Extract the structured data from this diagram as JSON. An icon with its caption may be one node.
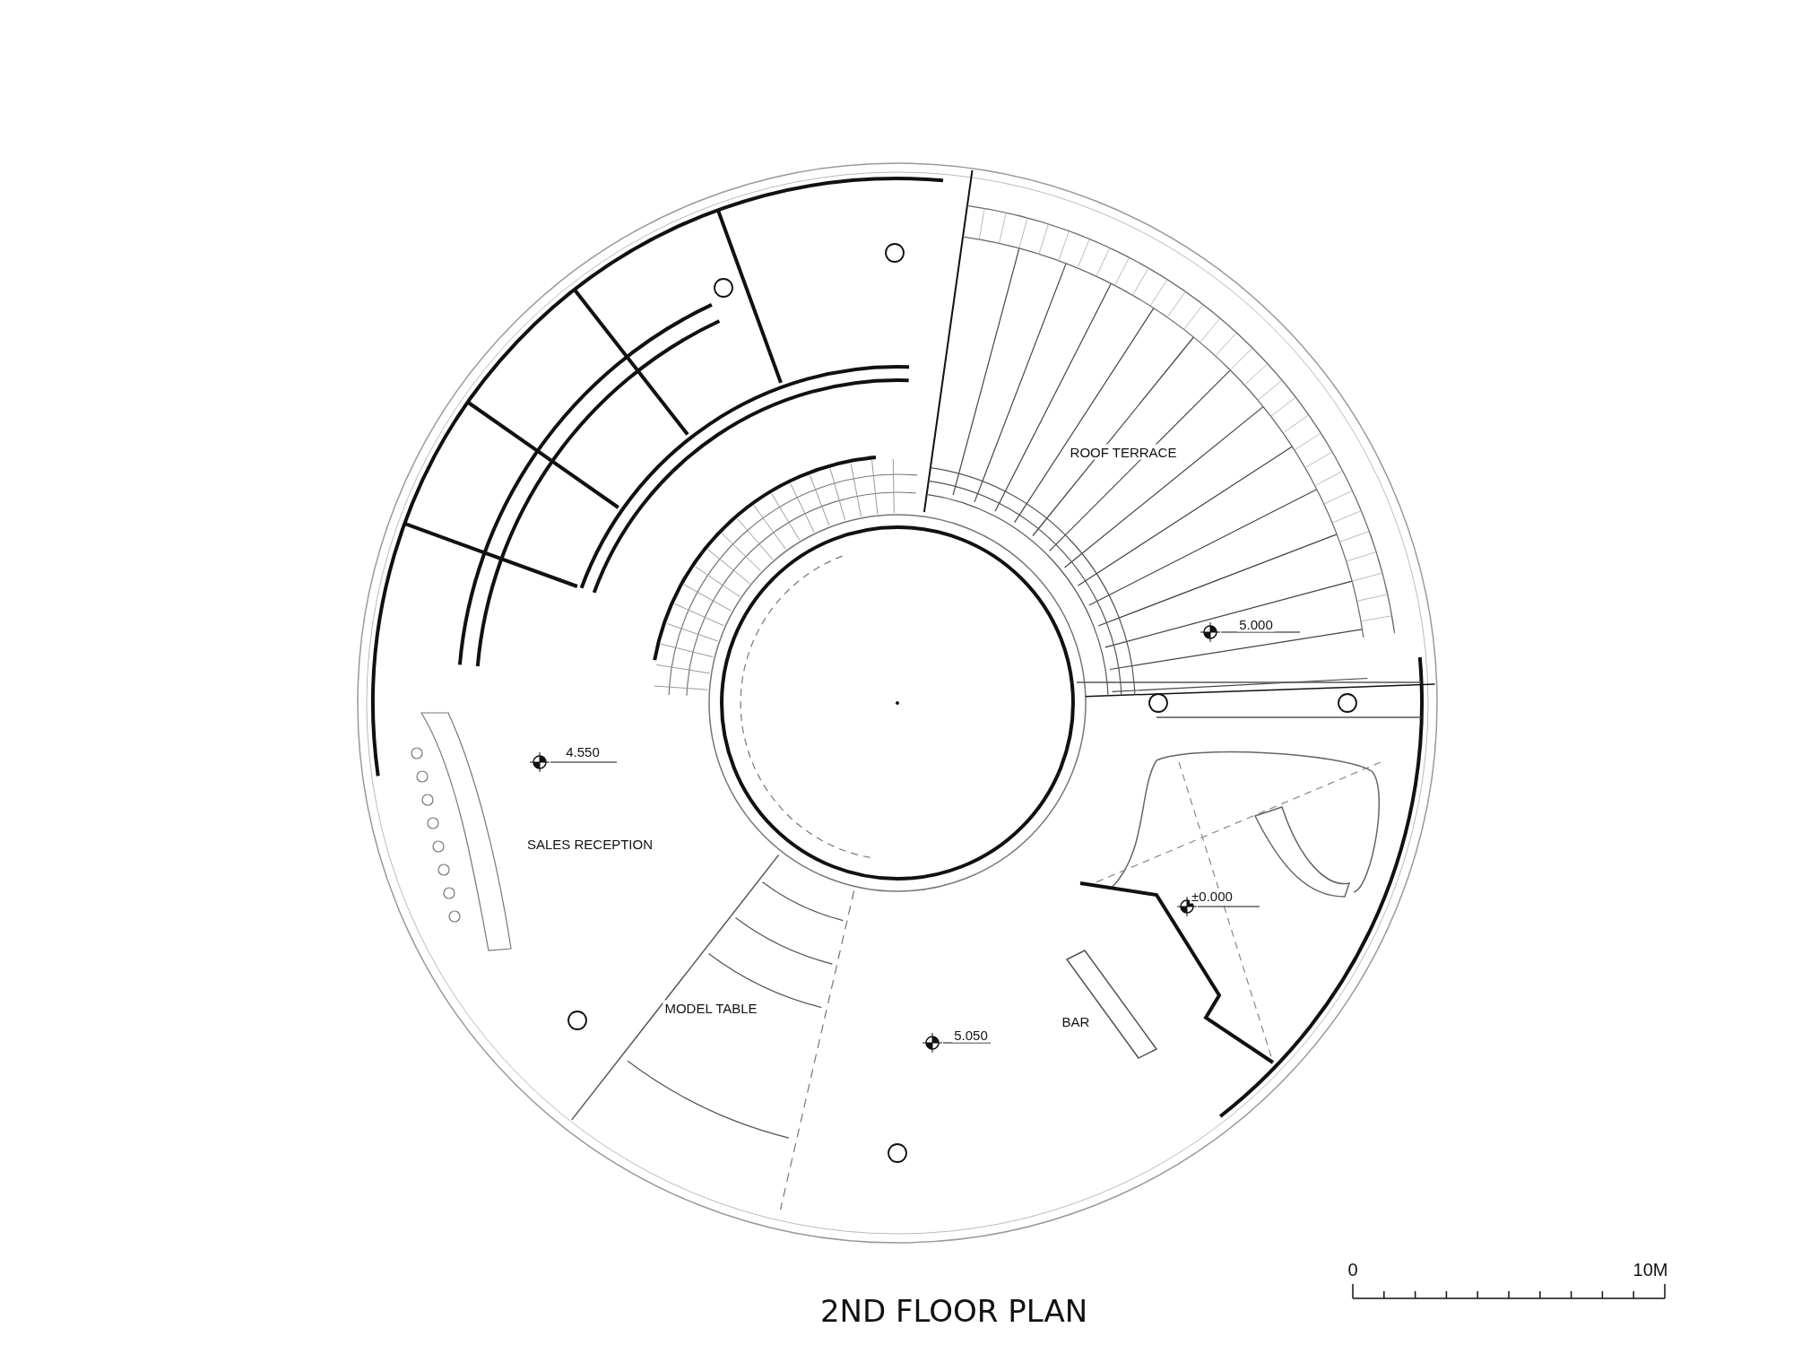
{
  "diagram": {
    "title": "2ND FLOOR PLAN",
    "labels": [
      "ROOF TERRACE",
      "5.000",
      "4.550",
      "SALES RECEPTION",
      "±0.000",
      "MODEL TABLE",
      "5.050",
      "BAR",
      "0",
      "10M"
    ]
  }
}
